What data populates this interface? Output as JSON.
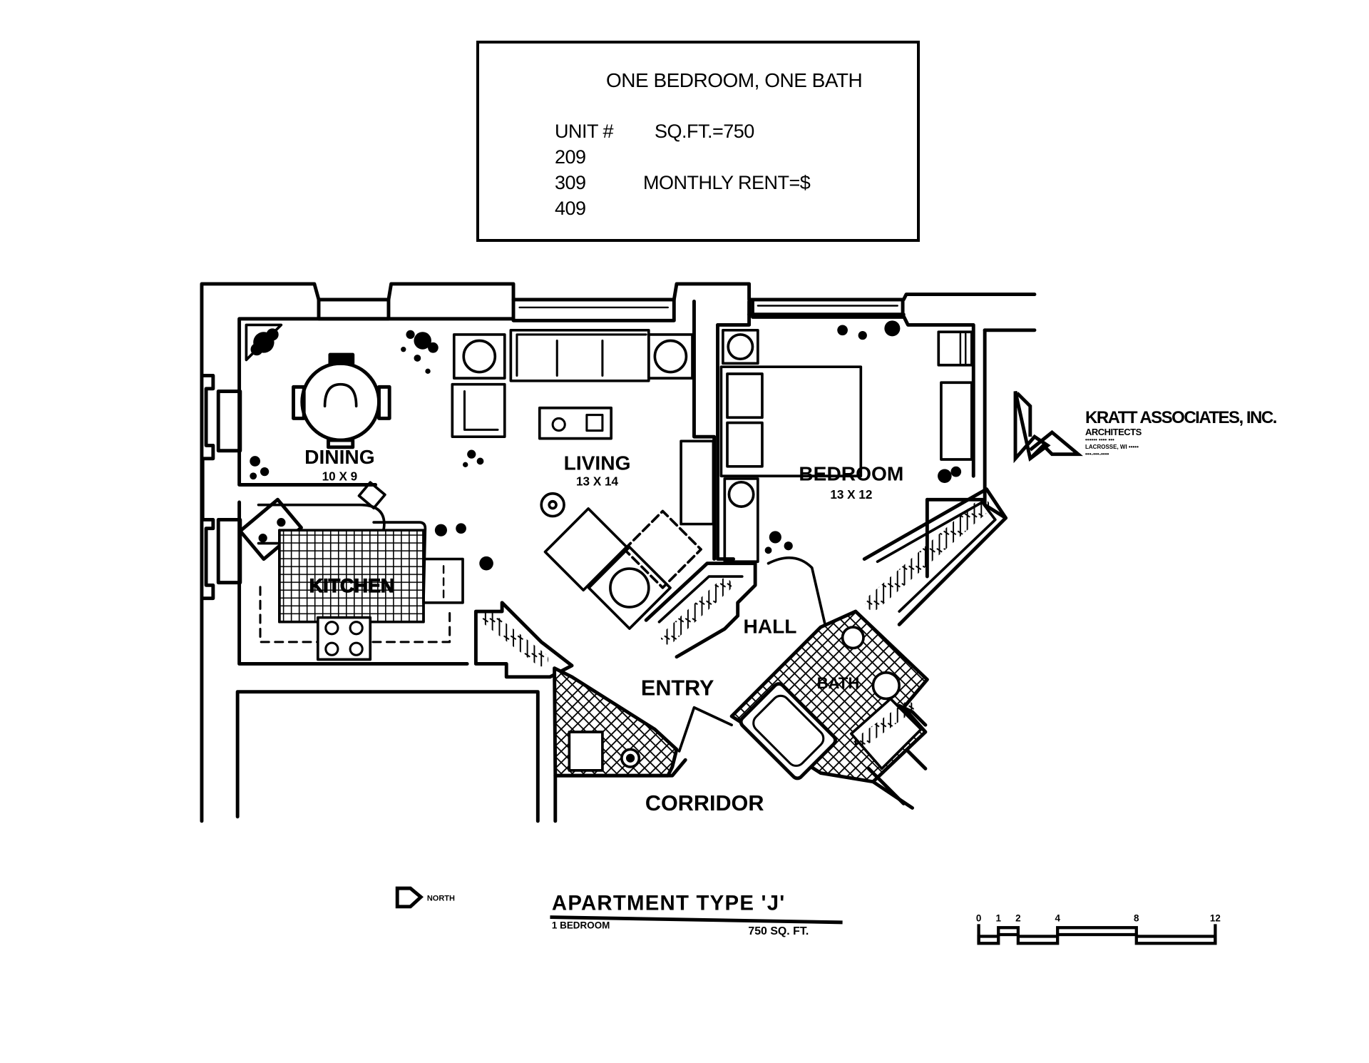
{
  "info_box": {
    "title": "ONE BEDROOM, ONE BATH",
    "unit_label": "UNIT #",
    "sqft_label": "SQ.FT.=750",
    "units": [
      "209",
      "309",
      "409"
    ],
    "rent_label": "MONTHLY RENT=$"
  },
  "rooms": {
    "dining": {
      "name": "DINING",
      "size": "10 X 9"
    },
    "living": {
      "name": "LIVING",
      "size": "13 X 14"
    },
    "bedroom": {
      "name": "BEDROOM",
      "size": "13 X 12"
    },
    "kitchen": {
      "name": "KITCHEN"
    },
    "hall": {
      "name": "HALL"
    },
    "entry": {
      "name": "ENTRY"
    },
    "bath": {
      "name": "BATH"
    },
    "corridor": {
      "name": "CORRIDOR"
    }
  },
  "logo": {
    "name": "KRATT ASSOCIATES, INC.",
    "subtitle": "ARCHITECTS",
    "address_line1": "•••••• •••• •••",
    "address_line2": "LACROSSE, WI •••••",
    "phone": "•••-•••-••••"
  },
  "footer": {
    "north_label": "NORTH",
    "plan_title": "APARTMENT  TYPE  'J'",
    "plan_sub_left": "1 BEDROOM",
    "plan_sub_right": "750 SQ. FT."
  },
  "scale_bar": {
    "ticks": [
      "0",
      "1",
      "2",
      "4",
      "8",
      "12"
    ],
    "tick_values": [
      0,
      1,
      2,
      4,
      8,
      12
    ],
    "unit": "feet"
  },
  "icons": {
    "north_arrow": "north-arrow-icon",
    "logo_mark": "kratt-logo-icon"
  }
}
